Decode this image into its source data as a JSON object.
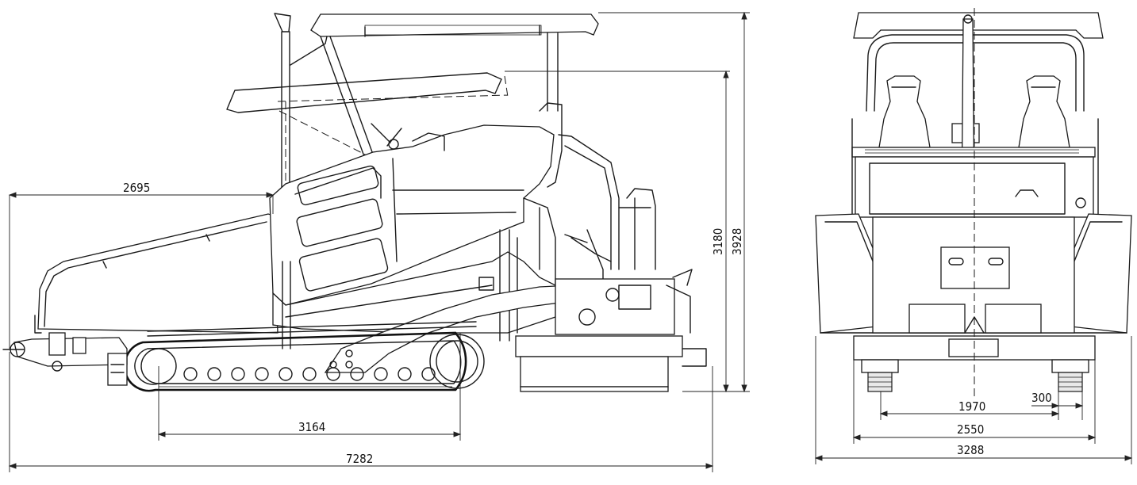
{
  "views": {
    "side": {
      "dimensions": {
        "hopper_reach": "2695",
        "wheelbase": "3164",
        "overall_length": "7282",
        "operating_height": "3180",
        "max_height": "3928"
      }
    },
    "rear": {
      "dimensions": {
        "track_inner": "1970",
        "track_width": "300",
        "track_outer": "2550",
        "overall_width": "3288"
      }
    }
  }
}
